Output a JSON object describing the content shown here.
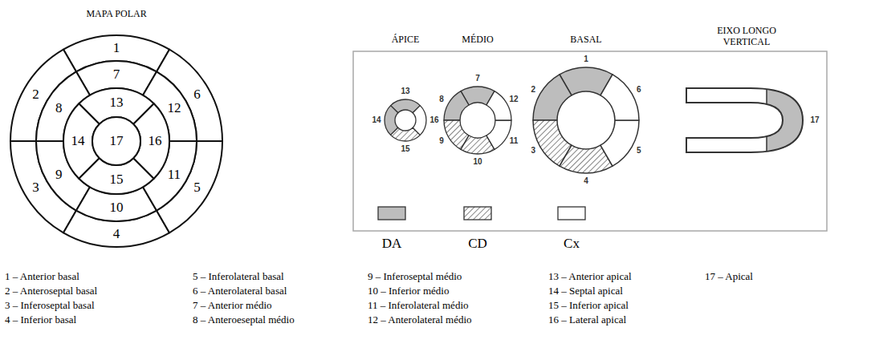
{
  "diagram": {
    "labels": [
      "MAPA POLAR",
      "ÁPICE",
      "MÉDIO",
      "BASAL",
      "EIXO LONGO VERTICAL",
      "1",
      "2",
      "3",
      "4",
      "5",
      "6",
      "7",
      "8",
      "9",
      "10",
      "11",
      "12",
      "13",
      "14",
      "15",
      "16",
      "17",
      "13",
      "14",
      "15",
      "16",
      "7",
      "8",
      "9",
      "10",
      "11",
      "12",
      "1",
      "2",
      "3",
      "4",
      "5",
      "6",
      "17",
      "1 – Anterior basal",
      "2 – Anteroseptal basal",
      "3 – Inferoseptal basal",
      "4 – Inferior basal",
      "5 – Inferolateral basal",
      "6 – Anterolateral basal",
      "7 – Anterior médio",
      "8 – Anteroeseptal médio",
      "9 – Inferoseptal médio",
      "10 – Inferior médio",
      "11 – Inferolateral médio",
      "12 – Anterolateral médio",
      "13 – Anterior apical",
      "14 – Septal apical",
      "15 – Inferior apical",
      "16 – Lateral apical",
      "17 – Apical"
    ],
    "legend": [
      {
        "text": "DA",
        "color": "#bdbdbd"
      },
      {
        "text": "CD"
      },
      {
        "text": "Cx",
        "color": "#ffffff"
      }
    ]
  }
}
